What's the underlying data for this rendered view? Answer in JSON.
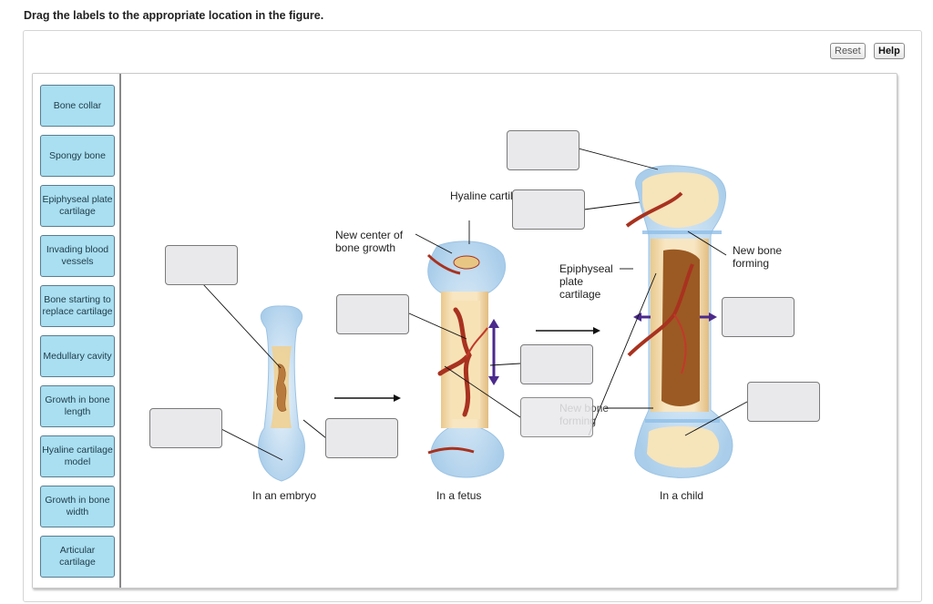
{
  "instruction": "Drag the labels to the appropriate location in the figure.",
  "toolbar": {
    "reset_label": "Reset",
    "help_label": "Help"
  },
  "labels": [
    "Bone collar",
    "Spongy bone",
    "Epiphyseal plate cartilage",
    "Invading blood vessels",
    "Bone starting to replace cartilage",
    "Medullary cavity",
    "Growth in bone length",
    "Hyaline cartilage model",
    "Growth in bone width",
    "Articular cartilage"
  ],
  "figure": {
    "hyaline_cartilage": "Hyaline cartilage",
    "new_center": "New center of bone growth",
    "epiphyseal_plate": "Epiphyseal plate cartilage",
    "new_bone_forming_right": "New bone forming",
    "new_bone_forming_mid": "New bone forming",
    "stage_embryo": "In an embryo",
    "stage_fetus": "In a fetus",
    "stage_child": "In a child"
  },
  "colors": {
    "label_fill": "#a9dff0",
    "cartilage_blue": "#bcdcf2",
    "bone_tan": "#f3d9a6",
    "vessel_red": "#c0392b",
    "marrow_brown": "#9b5a23",
    "arrow_purple": "#4b2a8c"
  }
}
